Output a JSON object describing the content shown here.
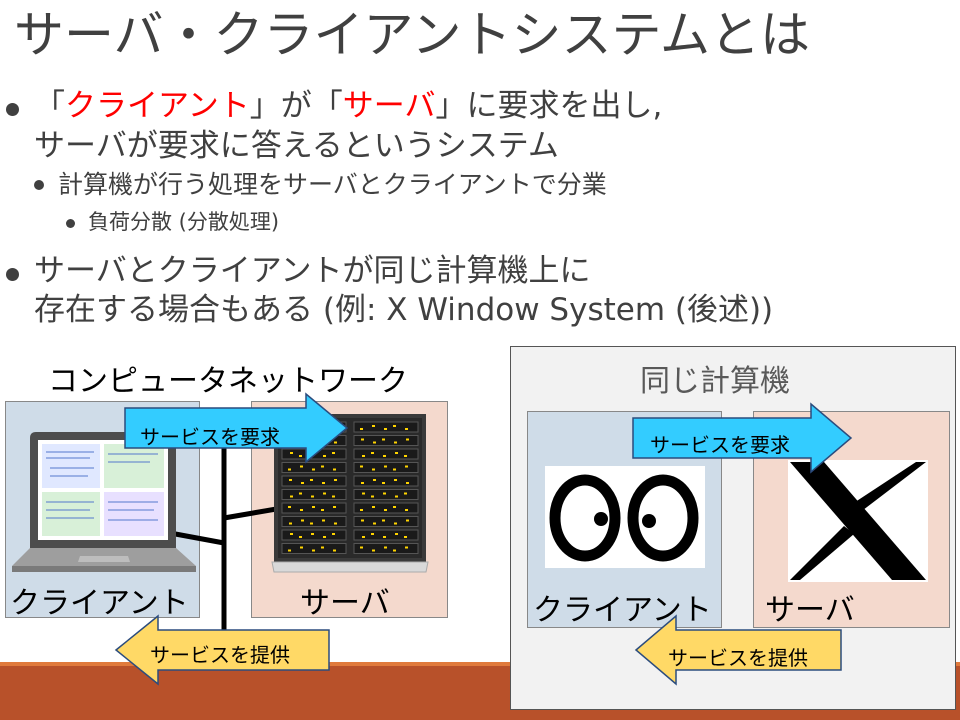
{
  "title": "サーバ・クライアントシステムとは",
  "bullets": {
    "b1_open": "「",
    "b1_client": "クライアント",
    "b1_mid": "」が「",
    "b1_server": "サーバ",
    "b1_close": "」に要求を出し,",
    "b1_line2": "サーバが要求に答えるというシステム",
    "b1_sub": "計算機が行う処理をサーバとクライアントで分業",
    "b1_subsub": "負荷分散 (分散処理)",
    "b2_line1": " サーバとクライアントが同じ計算機上に",
    "b2_line2": "存在する場合もある (例: X Window System (後述))"
  },
  "left_diagram": {
    "network_label": "コンピュータネットワーク",
    "client_label": "クライアント",
    "server_label": "サーバ",
    "request_label": "サービスを要求",
    "provide_label": "サービスを提供"
  },
  "right_diagram": {
    "title": "同じ計算機",
    "client_label": "クライアント",
    "server_label": "サーバ",
    "request_label": "サービスを要求",
    "provide_label": "サービスを提供"
  },
  "colors": {
    "accent_red": "#ff0000",
    "request_arrow": "#33ccff",
    "provide_arrow": "#ffd966",
    "client_fill": "#cfdce8",
    "server_fill": "#f4d9cd",
    "footer": "#b8512a"
  }
}
